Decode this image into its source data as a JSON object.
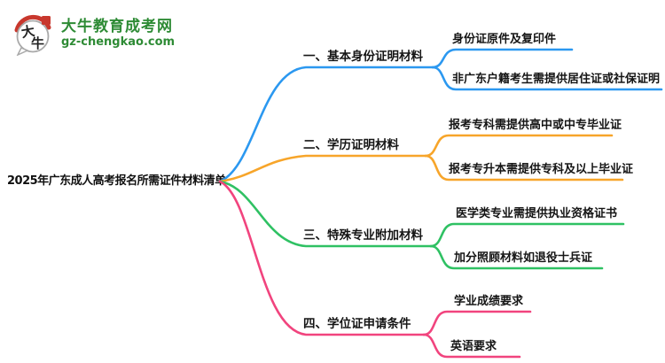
{
  "logo": {
    "icon": "dainiu-speech-bubble-logo",
    "icon_char_1": "大",
    "icon_char_2": "牛",
    "site_name": "大牛教育成考网",
    "site_url": "gz-chengkao.com",
    "colors": {
      "brand_green": "#2e8b35",
      "seal_red": "#c8372d",
      "bubble_gray": "#a9a9a9",
      "ink": "#222222"
    }
  },
  "title": "2025年广东成人高考报名所需证件材料清单",
  "mindmap": {
    "branches": [
      {
        "label": "一、基本身份证明材料",
        "color": "#2b98f0",
        "children": [
          "身份证原件及复印件",
          "非广东户籍考生需提供居住证或社保证明"
        ]
      },
      {
        "label": "二、学历证明材料",
        "color": "#f7a52a",
        "children": [
          "报考专科需提供高中或中专毕业证",
          "报考专升本需提供专科及以上毕业证"
        ]
      },
      {
        "label": "三、特殊专业附加材料",
        "color": "#2fc163",
        "children": [
          "医学类专业需提供执业资格证书",
          "加分照顾材料如退役士兵证"
        ]
      },
      {
        "label": "四、学位证申请条件",
        "color": "#f1447e",
        "children": [
          "学业成绩要求",
          "英语要求"
        ]
      }
    ]
  }
}
